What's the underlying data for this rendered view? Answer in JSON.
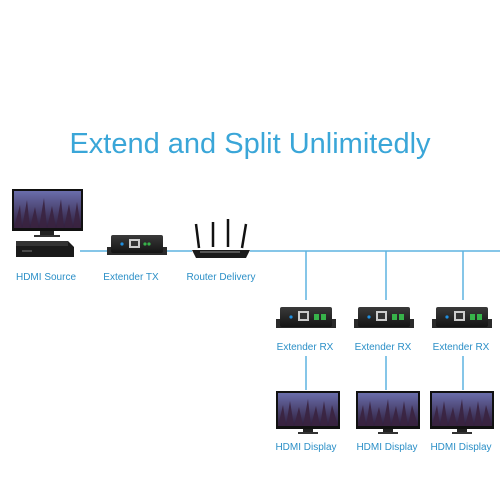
{
  "title": "Extend and Split Unlimitedly",
  "colors": {
    "title": "#3aa6d8",
    "label": "#2b8fc7",
    "connector": "#5eb3e0",
    "device_body": "#1e1e1e",
    "screen_top": "#6a6dab",
    "screen_bottom": "#2e1d3a",
    "led_green": "#37b34a",
    "led_blue": "#1f8fe0"
  },
  "source": {
    "label": "HDMI Source",
    "icons": [
      "tv-monitor-icon",
      "media-player-icon"
    ]
  },
  "transmitter": {
    "label": "Extender TX",
    "icon": "extender-box-icon"
  },
  "router": {
    "label": "Router Delivery",
    "icon": "router-icon"
  },
  "receivers": [
    {
      "label": "Extender RX",
      "display_label": "HDMI Display"
    },
    {
      "label": "Extender RX",
      "display_label": "HDMI Display"
    },
    {
      "label": "Extender RX",
      "display_label": "HDMI Display"
    }
  ]
}
